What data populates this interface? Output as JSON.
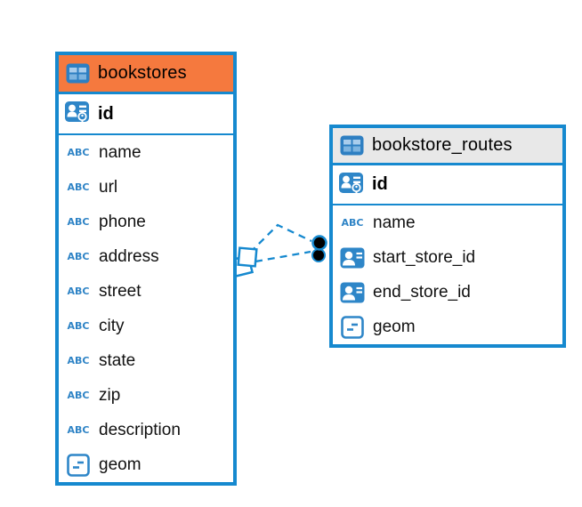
{
  "icons": {
    "text_type_label": "ABC"
  },
  "colors": {
    "table_border": "#1689cf",
    "bookstores_header_bg": "#f5793e",
    "routes_header_bg": "#e8e8e8",
    "icon_blue": "#2e86c8",
    "relationship_line": "#1689cf",
    "marker_dot_fill": "#000000",
    "marker_square_fill": "#ffffff"
  },
  "tables": [
    {
      "name": "bookstores",
      "columns": [
        {
          "name": "id",
          "type": "primary-key"
        },
        {
          "name": "name",
          "type": "text"
        },
        {
          "name": "url",
          "type": "text"
        },
        {
          "name": "phone",
          "type": "text"
        },
        {
          "name": "address",
          "type": "text"
        },
        {
          "name": "street",
          "type": "text"
        },
        {
          "name": "city",
          "type": "text"
        },
        {
          "name": "state",
          "type": "text"
        },
        {
          "name": "zip",
          "type": "text"
        },
        {
          "name": "description",
          "type": "text"
        },
        {
          "name": "geom",
          "type": "geometry"
        }
      ]
    },
    {
      "name": "bookstore_routes",
      "columns": [
        {
          "name": "id",
          "type": "primary-key"
        },
        {
          "name": "name",
          "type": "text"
        },
        {
          "name": "start_store_id",
          "type": "foreign-key"
        },
        {
          "name": "end_store_id",
          "type": "foreign-key"
        },
        {
          "name": "geom",
          "type": "geometry"
        }
      ]
    }
  ],
  "relationships": [
    {
      "from": "bookstores",
      "to": "bookstore_routes",
      "style": "dashed"
    },
    {
      "from": "bookstores",
      "to": "bookstore_routes",
      "style": "dashed"
    }
  ]
}
